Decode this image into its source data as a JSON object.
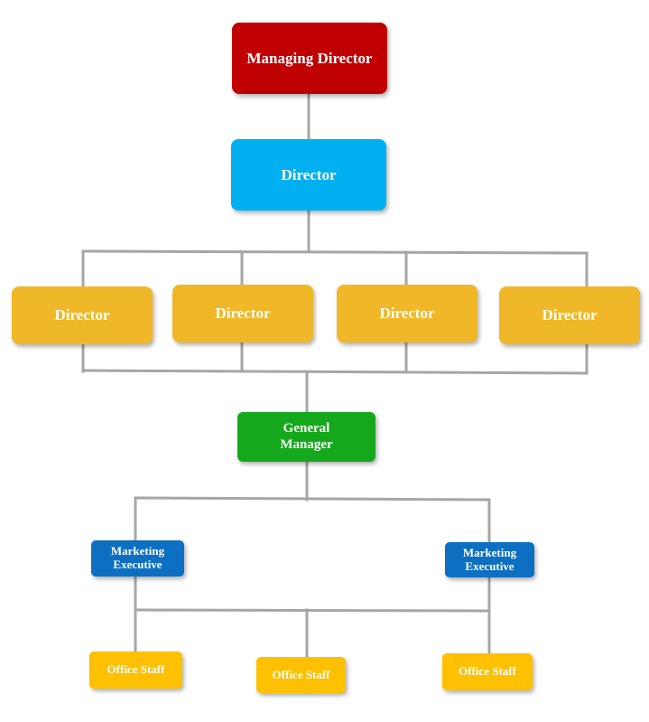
{
  "chart": {
    "managing_director": "Managing Director",
    "director_top": "Director",
    "directors": [
      "Director",
      "Director",
      "Director",
      "Director"
    ],
    "general_manager": "General\nManager",
    "marketing_executives": [
      "Marketing\nExecutive",
      "Marketing\nExecutive"
    ],
    "office_staff": [
      "Office Staff",
      "Office Staff",
      "Office Staff"
    ]
  },
  "colors": {
    "managing_director": "#c00000",
    "director_top": "#00b0f0",
    "directors": "#f0b828",
    "general_manager": "#16a81c",
    "marketing_executive": "#0c6fc2",
    "office_staff": "#ffc000",
    "connector": "#a6a6a6"
  }
}
